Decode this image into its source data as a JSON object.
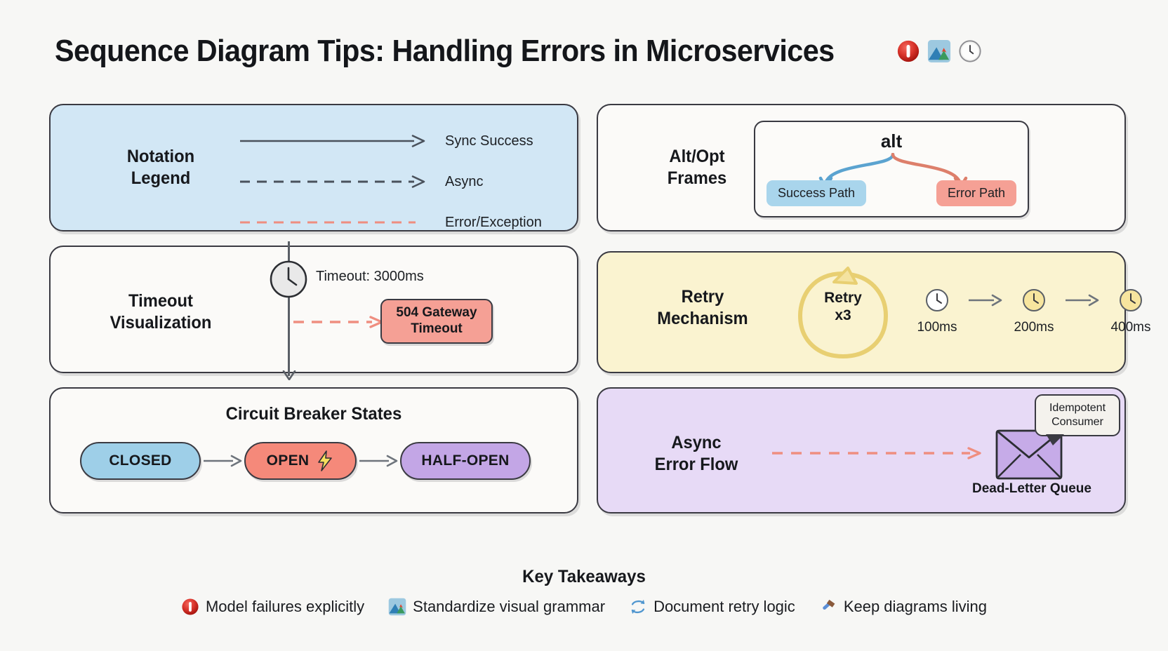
{
  "header": {
    "title": "Sequence Diagram Tips: Handling Errors in Microservices",
    "emojis": [
      "exclamation-mark-icon",
      "mountain-icon",
      "clock-icon"
    ]
  },
  "panels": {
    "notation": {
      "label": "Notation\nLegend",
      "label_line1": "Notation",
      "label_line2": "Legend",
      "bg": "#d2e7f5",
      "legend": [
        {
          "style": "solid-arrow",
          "text": "Sync Success",
          "color": "#4a525c"
        },
        {
          "style": "dashed-arrow",
          "text": "Async",
          "color": "#4a525c"
        },
        {
          "style": "dashed-no-arrow",
          "text": "Error/Exception",
          "color": "#ef8e80"
        }
      ]
    },
    "alt": {
      "label_line1": "Alt/Opt",
      "label_line2": "Frames",
      "keyword": "alt",
      "success_path": "Success Path",
      "error_path": "Error Path",
      "success_color": "#a9d5ec",
      "error_color": "#f5a095",
      "success_arrow_color": "#5ba3d0",
      "error_arrow_color": "#dd7f6b"
    },
    "timeout": {
      "label_line1": "Timeout",
      "label_line2": "Visualization",
      "timeout_label": "Timeout: 3000ms",
      "error_box_line1": "504 Gateway",
      "error_box_line2": "Timeout",
      "error_box_color": "#f5a095"
    },
    "retry": {
      "label_line1": "Retry",
      "label_line2": "Mechanism",
      "bg": "#faf3d0",
      "loop_line1": "Retry",
      "loop_line2": "x3",
      "loop_color": "#e8cf72",
      "backoff": [
        "100ms",
        "200ms",
        "400ms"
      ],
      "backoff_fills": [
        "#ffffff",
        "#f7e59e",
        "#f7e59e"
      ]
    },
    "circuit_breaker": {
      "title": "Circuit Breaker States",
      "states": [
        {
          "label": "CLOSED",
          "color": "#9ecfe8",
          "emoji": ""
        },
        {
          "label": "OPEN",
          "color": "#f5897a",
          "emoji": "high-voltage-icon"
        },
        {
          "label": "HALF-OPEN",
          "color": "#c3a6e6",
          "emoji": ""
        }
      ]
    },
    "async": {
      "label_line1": "Async",
      "label_line2": "Error Flow",
      "bg": "#e7daf6",
      "bubble_line1": "Idempotent",
      "bubble_line2": "Consumer",
      "queue_label": "Dead-Letter Queue",
      "envelope_color": "#c6abe8",
      "arrow_color": "#ef8e80"
    }
  },
  "footer": {
    "title": "Key Takeaways",
    "items": [
      {
        "emoji": "exclamation-mark-icon",
        "text": "Model failures explicitly"
      },
      {
        "emoji": "mountain-icon",
        "text": "Standardize visual grammar"
      },
      {
        "emoji": "counterclockwise-arrows-icon",
        "text": "Document retry logic"
      },
      {
        "emoji": "hammer-icon",
        "text": "Keep diagrams living"
      }
    ]
  }
}
